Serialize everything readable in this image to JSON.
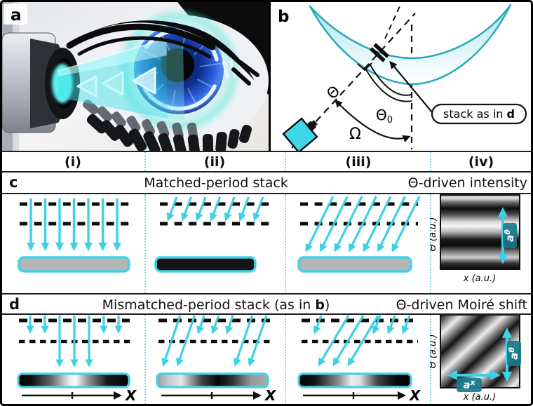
{
  "colors": {
    "accent_cyan": "#3fd0e6",
    "sample_border_cyan": "#43d2e8",
    "badge_teal": "#19798c",
    "cornea_teal": "#2aa9b8",
    "separator_dotted_cyan": "#84d8e3",
    "grating_black": "#0d0d0d"
  },
  "panels": {
    "a": {
      "label": "a"
    },
    "b": {
      "label": "b",
      "theta": "Θ",
      "theta0_base": "Θ",
      "theta0_sub": "0",
      "omega": "Ω",
      "callout_prefix": "stack as in ",
      "callout_bold": "d"
    }
  },
  "column_headers": [
    "(i)",
    "(ii)",
    "(iii)",
    "(iv)"
  ],
  "row_c": {
    "label": "c",
    "title": "Matched-period stack",
    "result_title": "Θ-driven intensity",
    "map": {
      "ylabel": "Θ (a.u.)",
      "xlabel": "x (a.u.)",
      "period_base": "a",
      "period_sup": "θ"
    }
  },
  "row_d": {
    "label": "d",
    "title_prefix": "Mismatched-period stack (as in ",
    "title_bold": "b",
    "title_suffix": ")",
    "result_title": "Θ-driven Moiré shift",
    "x_axis_label": "X",
    "map": {
      "ylabel": "Θ (a.u.)",
      "xlabel": "x (a.u.)",
      "x_period_base": "a",
      "x_period_sup": "x",
      "theta_period_base": "a",
      "theta_period_sup": "θ"
    }
  }
}
